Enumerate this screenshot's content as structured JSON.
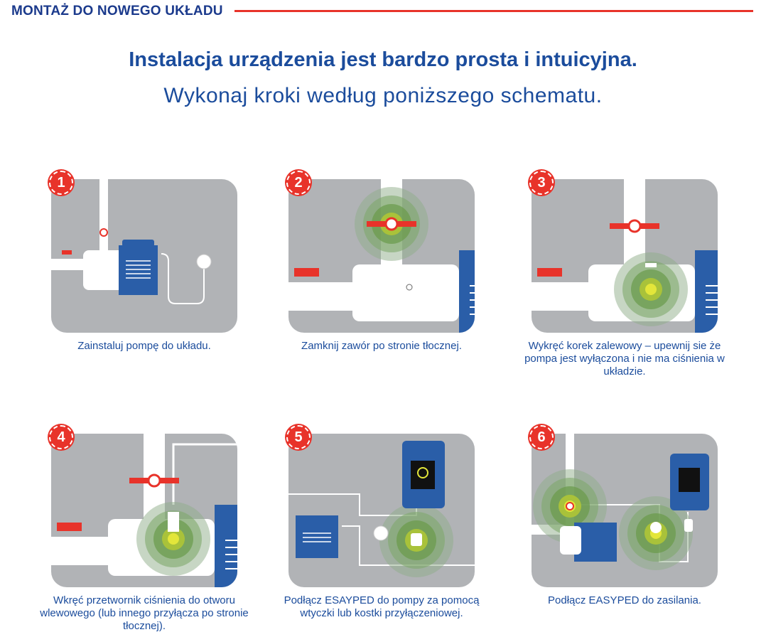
{
  "header": {
    "section_title": "MONTAŻ DO NOWEGO UKŁADU",
    "title": "Instalacja urządzenia jest bardzo prosta i intuicyjna.",
    "subtitle": "Wykonaj kroki według poniższego schematu."
  },
  "steps": [
    {
      "number": "1",
      "caption": "Zainstaluj pompę do układu."
    },
    {
      "number": "2",
      "caption": "Zamknij zawór po stronie tłocznej."
    },
    {
      "number": "3",
      "caption": "Wykręć korek  zalewowy – upewnij sie że pompa jest wyłączona i nie ma ciśnienia w układzie."
    },
    {
      "number": "4",
      "caption": "Wkręć przetwornik ciśnienia do otworu wlewowego (lub innego przyłącza po stronie tłocznej)."
    },
    {
      "number": "5",
      "caption": "Podłącz ESAYPED do pompy za pomocą wtyczki lub kostki przyłączeniowej."
    },
    {
      "number": "6",
      "caption": "Podłącz EASYPED do zasilania."
    }
  ],
  "colors": {
    "blue": "#1b4c9c",
    "red": "#e8332a",
    "panel": "#b1b3b6",
    "pump": "#2a5ea8"
  }
}
